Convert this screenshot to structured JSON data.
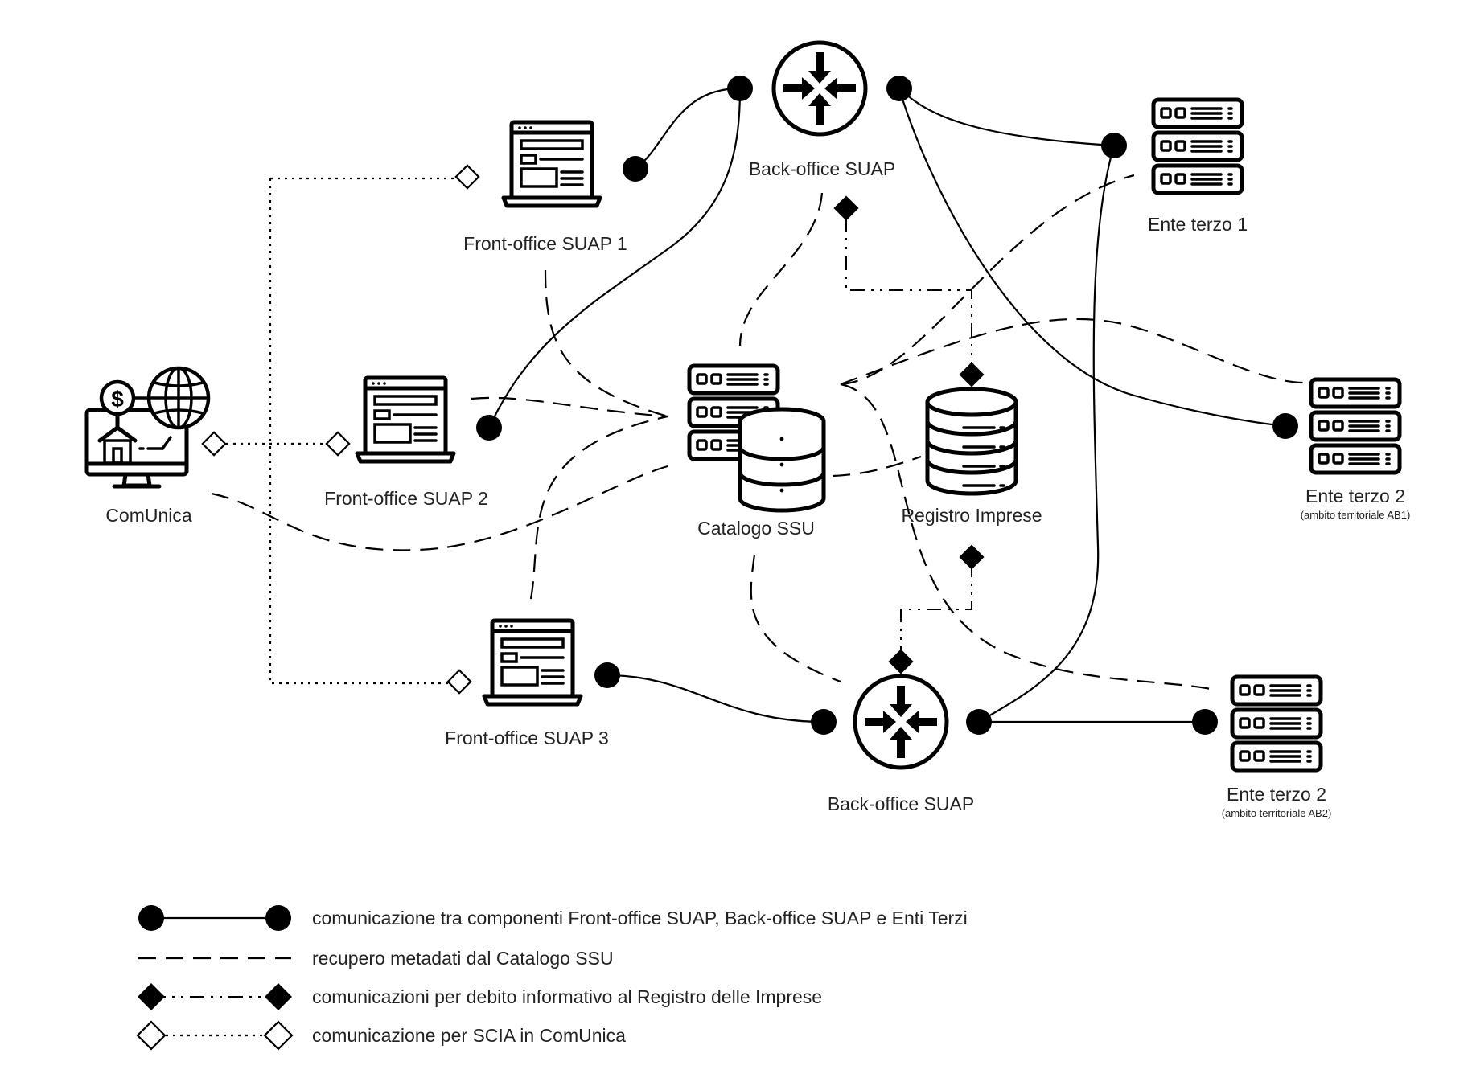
{
  "nodes": {
    "comunica": "ComUnica",
    "fo1": "Front-office SUAP 1",
    "fo2": "Front-office SUAP 2",
    "fo3": "Front-office SUAP 3",
    "bo_top": "Back-office SUAP",
    "bo_bottom": "Back-office SUAP",
    "catalogo": "Catalogo SSU",
    "registro": "Registro Imprese",
    "ente1": "Ente terzo 1",
    "ente2a": "Ente terzo 2",
    "ente2a_sub": "(ambito  territoriale AB1)",
    "ente2b": "Ente terzo 2",
    "ente2b_sub": "(ambito  territoriale AB2)"
  },
  "icons": {
    "comunica": "monitor-house-globe-dollar-icon",
    "front_office": "laptop-webpage-icon",
    "back_office": "router-arrows-icon",
    "catalogo": "server-database-icon",
    "registro": "database-icon",
    "ente": "server-rack-icon"
  },
  "legend": {
    "solid": "comunicazione tra componenti Front-office SUAP, Back-office SUAP e Enti Terzi",
    "dashed": "recupero metadati dal Catalogo SSU",
    "dashdot": "comunicazioni per debito informativo al Registro delle Imprese",
    "dotted": "comunicazione per SCIA in ComUnica"
  }
}
